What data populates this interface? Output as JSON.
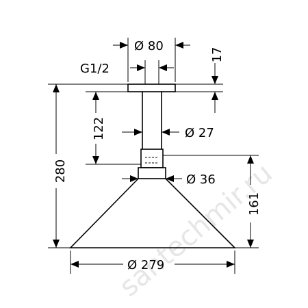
{
  "watermark": "santechmir.ru",
  "dimensions": {
    "d80": "Ø 80",
    "d17": "17",
    "g12": "G1/2",
    "d122": "122",
    "d27": "Ø 27",
    "d280": "280",
    "d36": "Ø 36",
    "d161": "161",
    "d279": "Ø 279"
  }
}
